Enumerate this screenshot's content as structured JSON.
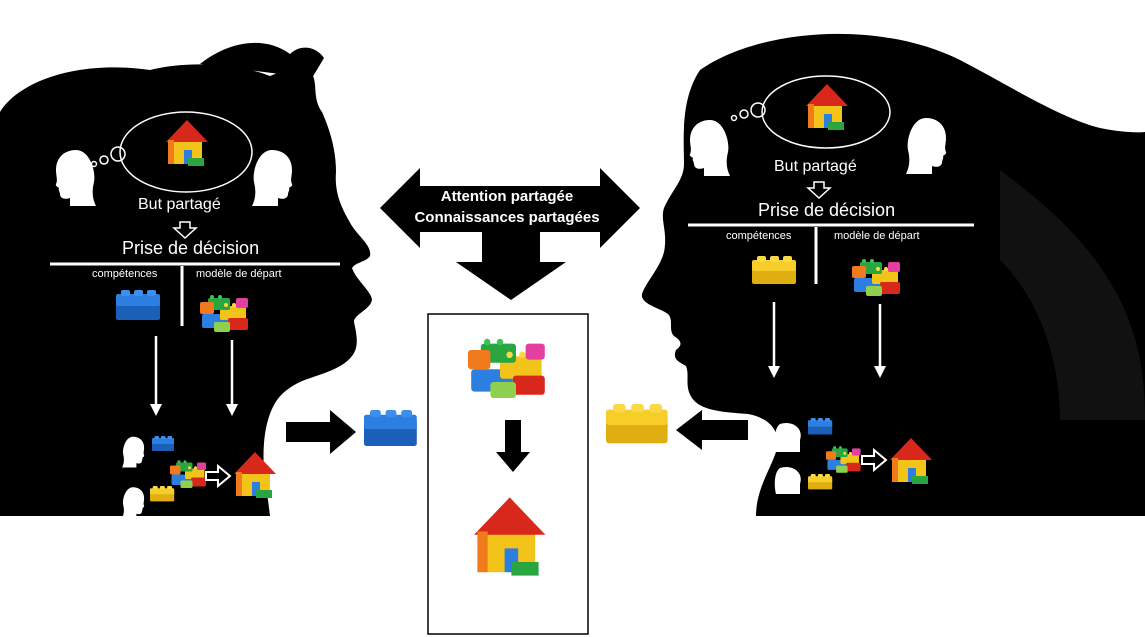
{
  "center": {
    "shared_line1": "Attention partagée",
    "shared_line2": "Connaissances partagées"
  },
  "child": {
    "shared_goal": "But partagé",
    "decision": "Prise de décision",
    "skills": "compétences",
    "starting_model": "modèle de départ"
  },
  "woman": {
    "shared_goal": "But partagé",
    "decision": "Prise de décision",
    "skills": "compétences",
    "starting_model": "modèle de départ"
  },
  "colors": {
    "silhouette": "#000000",
    "brick_blue": "#1f6fd1",
    "brick_yellow": "#f2c318",
    "brick_red": "#d8281c",
    "brick_green": "#2aa640",
    "brick_orange": "#f07a1c"
  }
}
